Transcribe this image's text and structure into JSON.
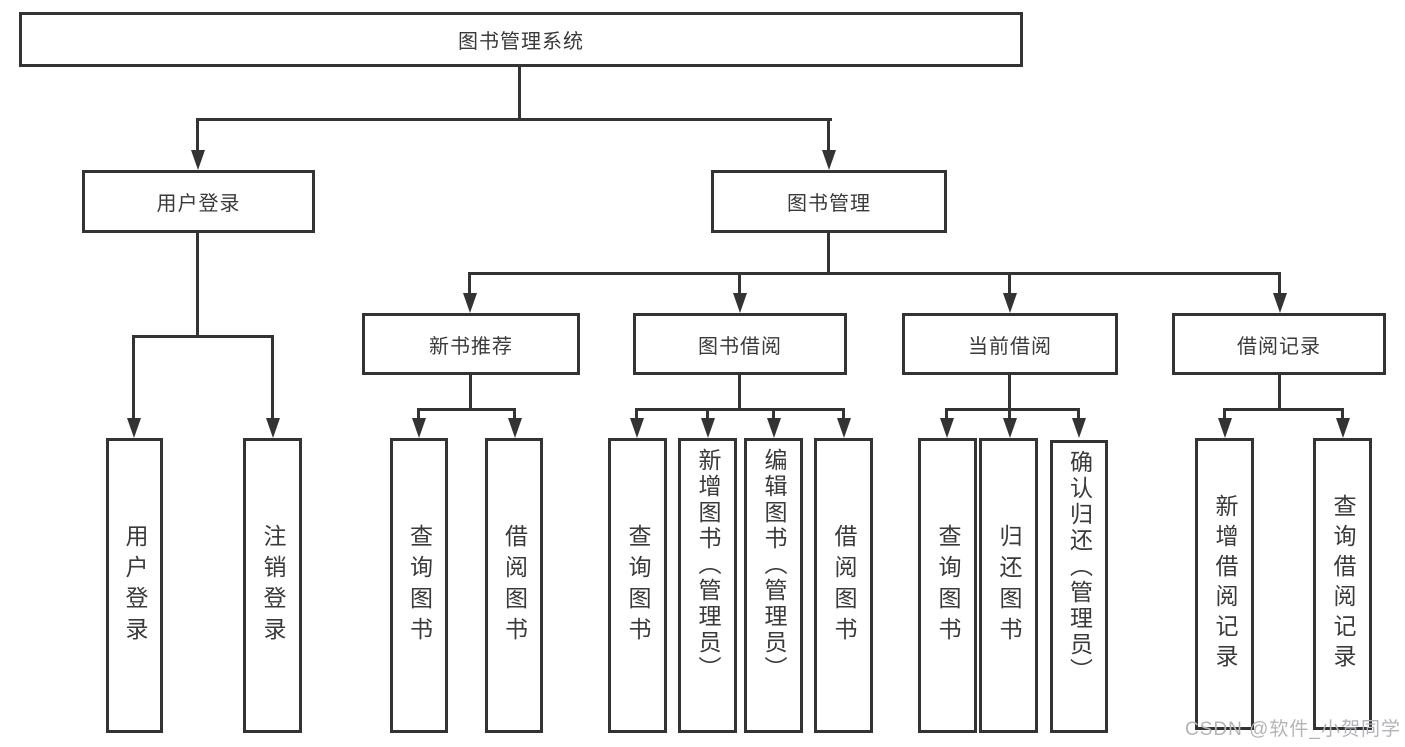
{
  "diagram": {
    "root": "图书管理系统",
    "level2": {
      "user_login": "用户登录",
      "book_mgmt": "图书管理"
    },
    "level3": {
      "new_books": "新书推荐",
      "book_borrow": "图书借阅",
      "current_borrow": "当前借阅",
      "borrow_records": "借阅记录"
    },
    "leaves": {
      "user_login": [
        "用户登录",
        "注销登录"
      ],
      "new_books": [
        "查询图书",
        "借阅图书"
      ],
      "book_borrow": [
        "查询图书",
        "新增图书（管理员）",
        "编辑图书（管理员）",
        "借阅图书"
      ],
      "current_borrow": [
        "查询图书",
        "归还图书",
        "确认归还（管理员）"
      ],
      "borrow_records": [
        "新增借阅记录",
        "查询借阅记录"
      ]
    }
  },
  "watermark": "CSDN @软件_小贺同学",
  "colors": {
    "line": "#333333",
    "text": "#3a3a3a",
    "watermark": "#b4b4b8",
    "background": "#ffffff"
  }
}
